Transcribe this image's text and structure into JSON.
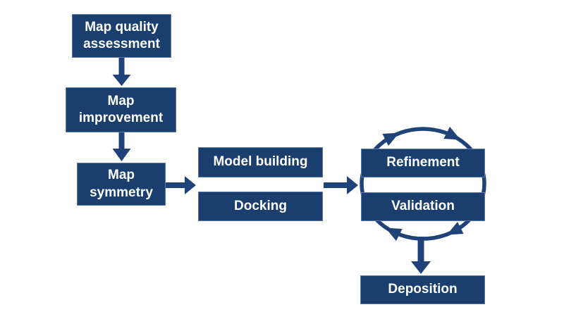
{
  "colors": {
    "bg": "#FFFFFF",
    "box-fill": "#1A3E6E",
    "box-border": "#5B79A6",
    "arrow": "#1F4379",
    "text": "#FFFFFF"
  },
  "boxes": [
    {
      "id": "map-quality",
      "label": "Map quality assessment"
    },
    {
      "id": "map-improvement",
      "label": "Map improvement"
    },
    {
      "id": "map-symmetry",
      "label": "Map symmetry"
    },
    {
      "id": "model-building",
      "label": "Model building"
    },
    {
      "id": "docking",
      "label": "Docking"
    },
    {
      "id": "refinement",
      "label": "Refinement"
    },
    {
      "id": "validation",
      "label": "Validation"
    },
    {
      "id": "deposition",
      "label": "Deposition"
    }
  ],
  "connections": [
    {
      "from": "Map quality assessment",
      "to": "Map improvement",
      "type": "arrow-down"
    },
    {
      "from": "Map improvement",
      "to": "Map symmetry",
      "type": "arrow-down"
    },
    {
      "from": "Map symmetry",
      "to": "Model building / Docking",
      "type": "arrow-right"
    },
    {
      "from": "Model building / Docking",
      "to": "Refinement / Validation",
      "type": "arrow-right"
    },
    {
      "from": "Refinement",
      "to": "Validation",
      "type": "cycle-clockwise"
    },
    {
      "from": "Refinement / Validation cycle",
      "to": "Deposition",
      "type": "arrow-down"
    }
  ]
}
